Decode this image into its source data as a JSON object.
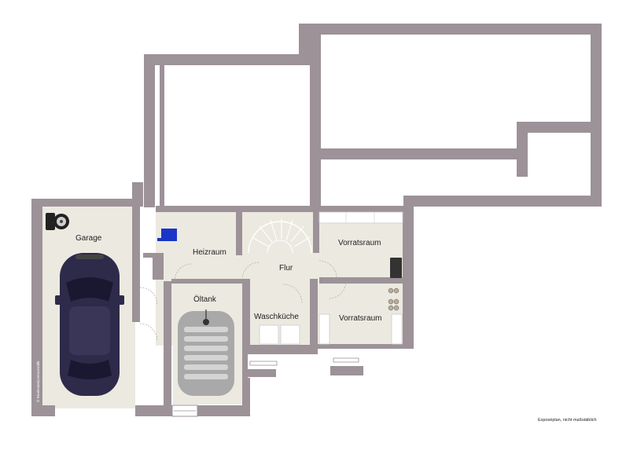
{
  "plan": {
    "rooms": [
      {
        "key": "garage",
        "label": "Garage"
      },
      {
        "key": "heizraum",
        "label": "Heizraum"
      },
      {
        "key": "flur",
        "label": "Flur"
      },
      {
        "key": "vorratsraum_oben",
        "label": "Vorratsraum"
      },
      {
        "key": "oeltank",
        "label": "Öltank"
      },
      {
        "key": "waschkueche",
        "label": "Waschküche"
      },
      {
        "key": "vorratsraum_unten",
        "label": "Vorratsraum"
      }
    ],
    "note": "Exposéplan, nicht maßstäblich",
    "credit": "© Realestate|CertusGrafik"
  },
  "colors": {
    "wall": "#9c9298",
    "floor": "#ece9e0",
    "background": "#ffffff",
    "car_body": "#2e2a4a",
    "heater": "#1a35c8",
    "tank": "#a9a9a9"
  }
}
